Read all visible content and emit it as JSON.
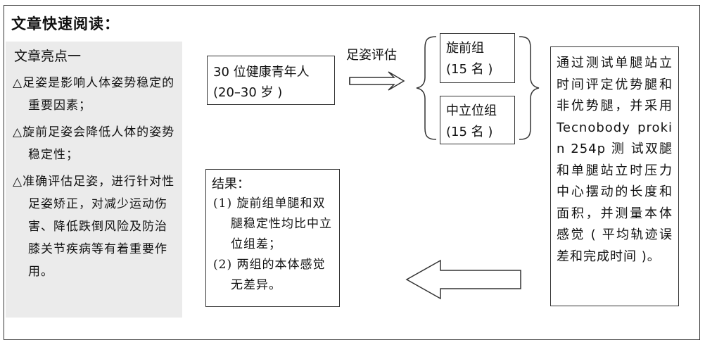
{
  "heading": "文章快速阅读：",
  "highlights": {
    "title": "文章亮点一",
    "items": [
      "△足姿是影响人体姿势稳定的重要因素；",
      "△旋前足姿会降低人体的姿势稳定性；",
      "△准确评估足姿，进行针对性足姿矫正，对减少运动伤害、降低跌倒风险及防治膝关节疾病等有着重要作用。"
    ]
  },
  "subjects": {
    "line1": "30 位健康青年人",
    "line2": "(20–30 岁 )"
  },
  "evaluation_label": "足姿评估",
  "groups": [
    {
      "name": "旋前组",
      "count": "(15 名 )"
    },
    {
      "name": "中立位组",
      "count": "(15 名 )"
    }
  ],
  "method": "通过测试单腿站立时间评定优势腿和非优势腿，并采用 Tecnobody prokin 254p 测 试双腿和单腿站立时压力中心摆动的长度和面积，并测量本体感觉 ( 平均轨迹误差和完成时间 )。",
  "results": {
    "title": "结果：",
    "items": [
      "(1) 旋前组单腿和双腿稳定性均比中立位组差；",
      "(2) 两组的本体感觉无差异。"
    ]
  },
  "colors": {
    "line": "#333333",
    "panel_bg": "#ebebeb"
  }
}
